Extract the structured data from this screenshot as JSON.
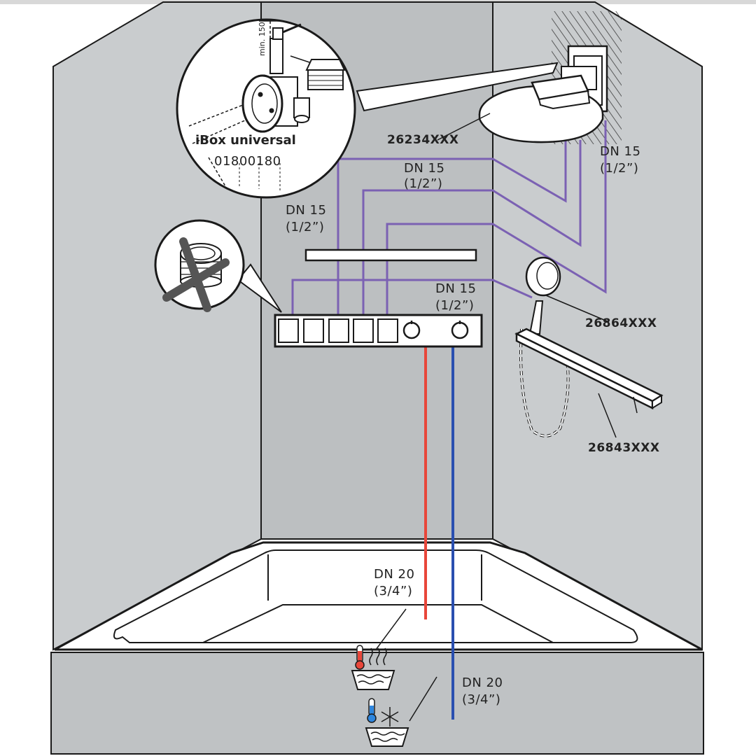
{
  "colors": {
    "wall_side": "#c9ccce",
    "wall_back": "#bcbfc1",
    "tub_face": "#bfc2c4",
    "pipe_supply": "#7b61b3",
    "pipe_hot": "#e8463a",
    "pipe_cold": "#2a4fb0",
    "outline": "#1a1a1a",
    "fixture_fill": "#ffffff"
  },
  "labels": {
    "iBox_name": "iBox universal",
    "iBox_code": "01800180",
    "min_dim": "min. 150",
    "overhead_code": "26234XXX",
    "handshower_code": "26864XXX",
    "rail_code": "26843XXX"
  },
  "pipe_sizes": {
    "dn15_right_a": "DN 15",
    "dn15_right_b": "(1/2”)",
    "dn15_top_a": "DN 15",
    "dn15_top_b": "(1/2”)",
    "dn15_left_a": "DN 15",
    "dn15_left_b": "(1/2”)",
    "dn15_mid_a": "DN 15",
    "dn15_mid_b": "(1/2”)",
    "dn20_hot_a": "DN 20",
    "dn20_hot_b": "(3/4”)",
    "dn20_cold_a": "DN 20",
    "dn20_cold_b": "(3/4”)"
  },
  "icons": {
    "hot": "hot-water-icon",
    "cold": "cold-water-icon",
    "no_seal": "no-sealing-tape-icon"
  }
}
